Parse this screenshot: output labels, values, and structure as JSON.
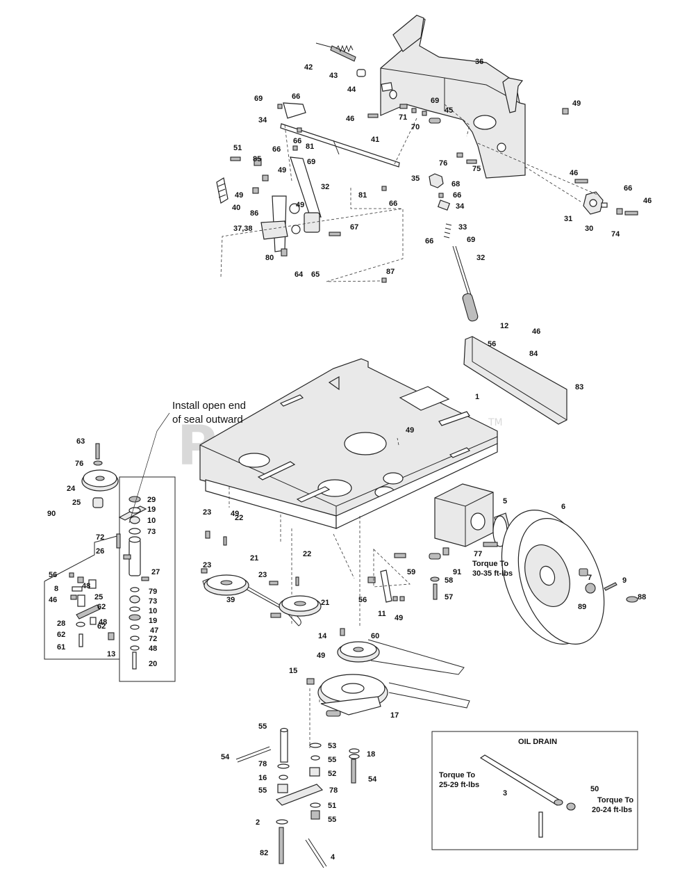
{
  "watermark": {
    "text": "PartsTree",
    "trademark": "TM"
  },
  "notes": {
    "seal_line1": "Install open end",
    "seal_line2": "of seal outward",
    "torque_hub_line1": "Torque To",
    "torque_hub_line2": "30-35 ft-lbs",
    "torque_drain_line1": "Torque To",
    "torque_drain_line2": "25-29 ft-lbs",
    "torque_plug_line1": "Torque To",
    "torque_plug_line2": "20-24 ft-lbs"
  },
  "oil_drain_box": {
    "title": "OIL DRAIN"
  },
  "callouts": [
    "42",
    "43",
    "44",
    "36",
    "69",
    "66",
    "34",
    "46",
    "71",
    "69",
    "70",
    "45",
    "49",
    "66",
    "81",
    "41",
    "66",
    "69",
    "51",
    "85",
    "49",
    "35",
    "68",
    "76",
    "75",
    "46",
    "40",
    "49",
    "32",
    "81",
    "66",
    "66",
    "34",
    "66",
    "74",
    "46",
    "31",
    "30",
    "86",
    "49",
    "67",
    "33",
    "37,38",
    "66",
    "69",
    "80",
    "64",
    "65",
    "87",
    "32",
    "12",
    "46",
    "56",
    "84",
    "83",
    "1",
    "49",
    "63",
    "76",
    "24",
    "25",
    "29",
    "19",
    "10",
    "73",
    "90",
    "49",
    "23",
    "22",
    "72",
    "26",
    "21",
    "22",
    "27",
    "5",
    "6",
    "56",
    "48",
    "79",
    "23",
    "59",
    "8",
    "25",
    "73",
    "23",
    "91",
    "77",
    "7",
    "46",
    "10",
    "58",
    "9",
    "62",
    "39",
    "19",
    "56",
    "57",
    "88",
    "28",
    "48",
    "47",
    "21",
    "11",
    "49",
    "89",
    "62",
    "62",
    "72",
    "61",
    "48",
    "13",
    "14",
    "60",
    "20",
    "49",
    "15",
    "17",
    "55",
    "53",
    "18",
    "54",
    "55",
    "78",
    "52",
    "54",
    "16",
    "78",
    "55",
    "51",
    "55",
    "2",
    "3",
    "50",
    "82",
    "4"
  ]
}
